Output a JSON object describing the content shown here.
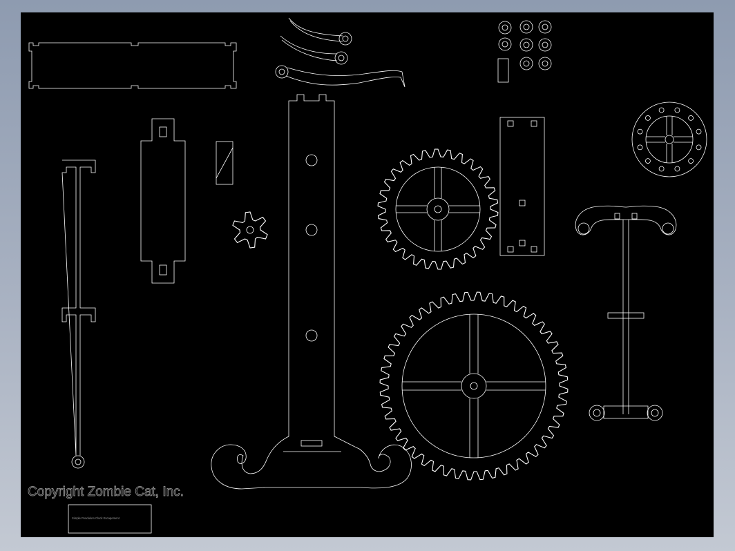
{
  "sheet": {
    "background": "#000000",
    "line_color": "#ffffff",
    "copyright_text": "Copyright Zombie Cat, Inc.",
    "file_label": "Simple Pendulum Clock Escapement"
  },
  "parts": [
    {
      "name": "frame-side-panel"
    },
    {
      "name": "pallet-arm"
    },
    {
      "name": "pendulum-rod"
    },
    {
      "name": "bracket-plate"
    },
    {
      "name": "small-block"
    },
    {
      "name": "pinion-gear",
      "teeth": 6
    },
    {
      "name": "main-column-stand"
    },
    {
      "name": "spacer-washers"
    },
    {
      "name": "escape-wheel",
      "teeth": 30
    },
    {
      "name": "great-wheel",
      "teeth": 48
    },
    {
      "name": "mount-plate"
    },
    {
      "name": "ratchet-disk"
    },
    {
      "name": "anchor-escapement"
    }
  ]
}
